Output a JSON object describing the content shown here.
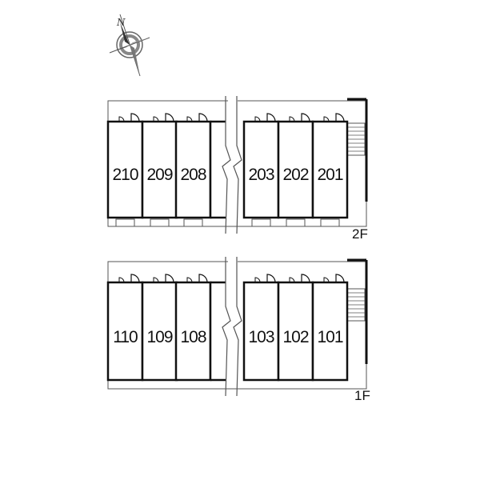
{
  "compass": {
    "label": "N",
    "icon": "compass-rose-icon"
  },
  "floors": [
    {
      "id": "floor-2",
      "label": "2F",
      "rooms": [
        "210",
        "209",
        "208",
        "203",
        "202",
        "201"
      ]
    },
    {
      "id": "floor-1",
      "label": "1F",
      "rooms": [
        "110",
        "109",
        "108",
        "103",
        "102",
        "101"
      ]
    }
  ],
  "colors": {
    "wall": "#111111",
    "outline": "#555555",
    "background": "#ffffff"
  }
}
